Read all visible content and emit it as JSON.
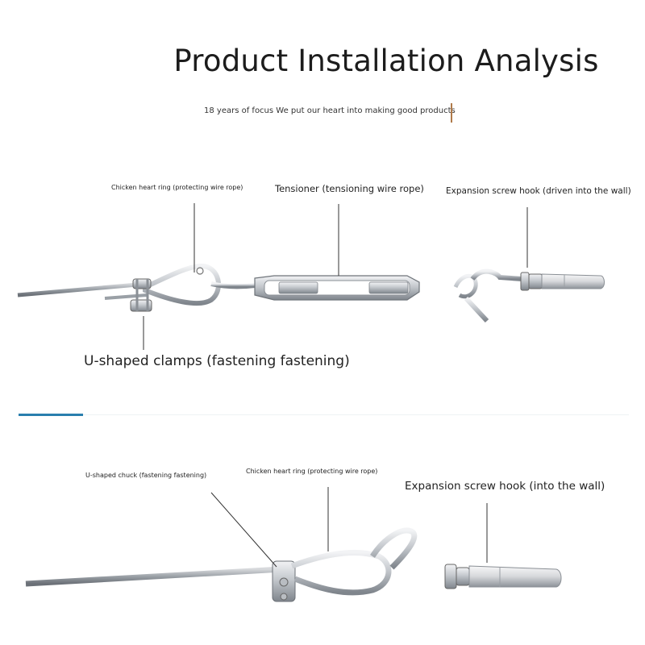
{
  "header": {
    "title": "Product Installation Analysis",
    "subtitle": "18 years of focus We put our heart into making good products"
  },
  "diagram_top": {
    "labels": {
      "thimble": "Chicken heart ring (protecting wire rope)",
      "tensioner": "Tensioner (tensioning wire rope)",
      "hook": "Expansion screw hook (driven into the wall)",
      "clamps": "U-shaped clamps (fastening fastening)"
    }
  },
  "diagram_bottom": {
    "labels": {
      "chuck": "U-shaped chuck (fastening fastening)",
      "thimble": "Chicken heart ring (protecting wire rope)",
      "hook": "Expansion screw hook (into the wall)"
    }
  },
  "colors": {
    "accent_blue": "#2a7fae",
    "accent_brown": "#b07a4a",
    "metal": "#c9ccd0"
  }
}
